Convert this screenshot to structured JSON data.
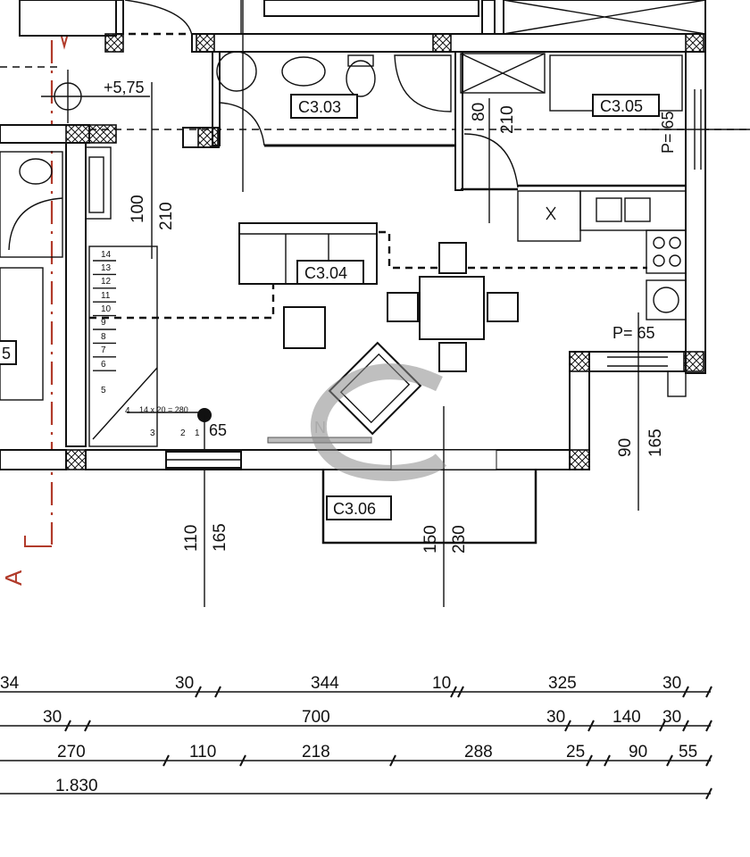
{
  "rooms": {
    "c303": "C3.03",
    "c304": "C3.04",
    "c305": "C3.05",
    "c306": "C3.06",
    "partial_left": "5"
  },
  "level_marker": "+5,75",
  "stairs": {
    "steps": [
      "14",
      "13",
      "12",
      "11",
      "10",
      "9",
      "8",
      "7",
      "6",
      "5",
      "4",
      "3",
      "2",
      "1"
    ],
    "formula": "14 x 20 = 280"
  },
  "openings": {
    "p65_top": "P= 65",
    "p65_right": "P= 65",
    "d80": "80",
    "d210_a": "210",
    "d100": "100",
    "d210_b": "210",
    "d65_stair": "65",
    "d110": "110",
    "d165_a": "165",
    "d150": "150",
    "d230": "230",
    "d90": "90",
    "d165_b": "165"
  },
  "section_marker": "A",
  "north_label": "N",
  "dimension_rows": [
    [
      "34",
      "30",
      "344",
      "10",
      "325",
      "30"
    ],
    [
      "30",
      "700",
      "30",
      "140",
      "30"
    ],
    [
      "270",
      "110",
      "218",
      "288",
      "25",
      "90",
      "55"
    ],
    [
      "1.830"
    ]
  ],
  "colors": {
    "line": "#111111",
    "section_axis": "#b13a2a",
    "watermark": "#9a9a9a"
  }
}
